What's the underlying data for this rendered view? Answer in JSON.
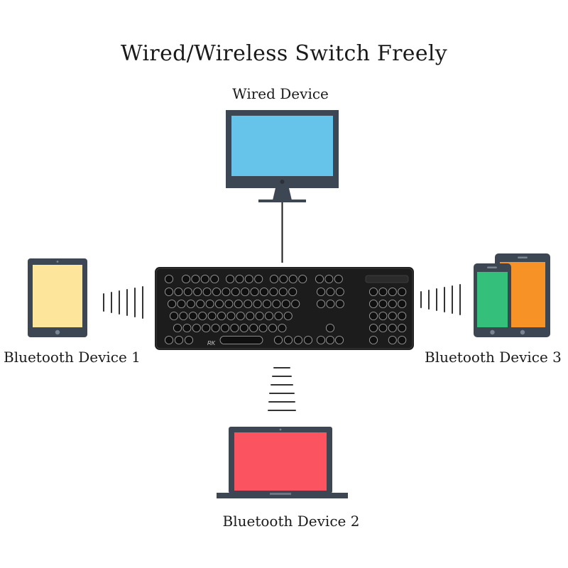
{
  "title": "Wired/Wireless Switch Freely",
  "devices": {
    "wired": {
      "label": "Wired Device",
      "icon": "monitor-icon",
      "screen_color": "#66c4ea"
    },
    "bt1": {
      "label": "Bluetooth Device 1",
      "icon": "tablet-icon",
      "screen_color": "#fde59b"
    },
    "bt2": {
      "label": "Bluetooth Device 2",
      "icon": "laptop-icon",
      "screen_color": "#fb5360"
    },
    "bt3": {
      "label": "Bluetooth Device 3",
      "icons": [
        "phone-icon",
        "phone-icon"
      ],
      "screen_colors": [
        "#34c07b",
        "#f79227"
      ]
    }
  },
  "hub": {
    "icon": "keyboard-icon",
    "brand_text": "RK"
  },
  "colors": {
    "device_frame": "#3d4653",
    "keyboard_body": "#1c1c1c",
    "signal": "#333333"
  }
}
